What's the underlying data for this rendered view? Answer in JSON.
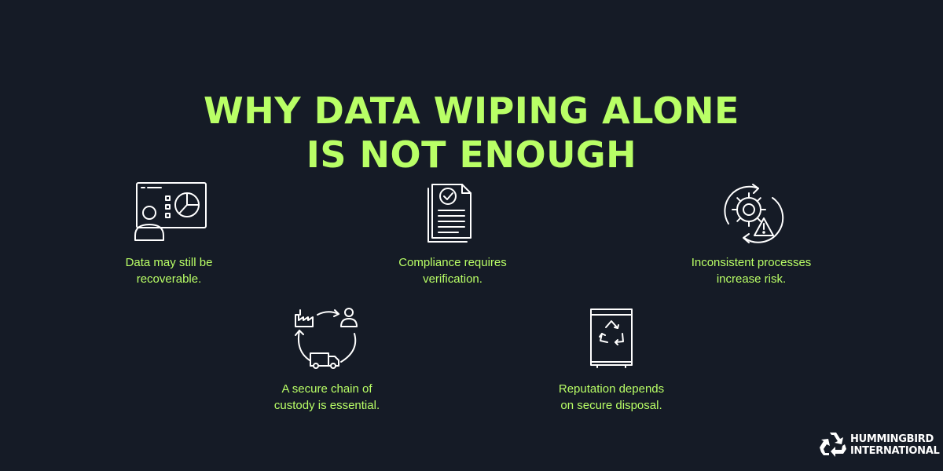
{
  "heading": {
    "line1": "WHY DATA WIPING ALONE",
    "line2": "IS NOT ENOUGH"
  },
  "colors": {
    "background": "#151b26",
    "accent": "#b9ff66",
    "icon_stroke": "#ffffff"
  },
  "items": [
    {
      "icon": "presentation-dashboard-icon",
      "line1": "Data may still be",
      "line2": "recoverable."
    },
    {
      "icon": "document-checkmark-icon",
      "line1": "Compliance requires",
      "line2": "verification."
    },
    {
      "icon": "gear-warning-icon",
      "line1": "Inconsistent processes",
      "line2": "increase risk."
    },
    {
      "icon": "custody-cycle-icon",
      "line1": "A secure chain of",
      "line2": "custody is essential."
    },
    {
      "icon": "recycling-bin-icon",
      "line1": "Reputation depends",
      "line2": "on secure disposal."
    }
  ],
  "logo": {
    "icon": "recycle-logo-icon",
    "line1": "HUMMINGBIRD",
    "line2": "INTERNATIONAL"
  }
}
